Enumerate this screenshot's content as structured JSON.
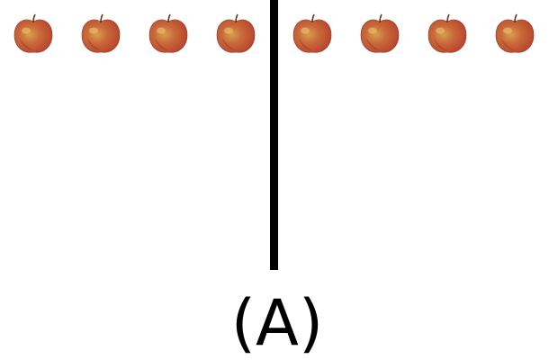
{
  "option_label": "(A)",
  "groups": [
    {
      "name": "left",
      "icon": "apple-icon",
      "count": 4
    },
    {
      "name": "right",
      "icon": "apple-icon",
      "count": 4
    }
  ],
  "colors": {
    "apple_red": "#b9472f",
    "apple_yellow": "#d7a04a",
    "divider": "#000000",
    "text": "#000000"
  }
}
